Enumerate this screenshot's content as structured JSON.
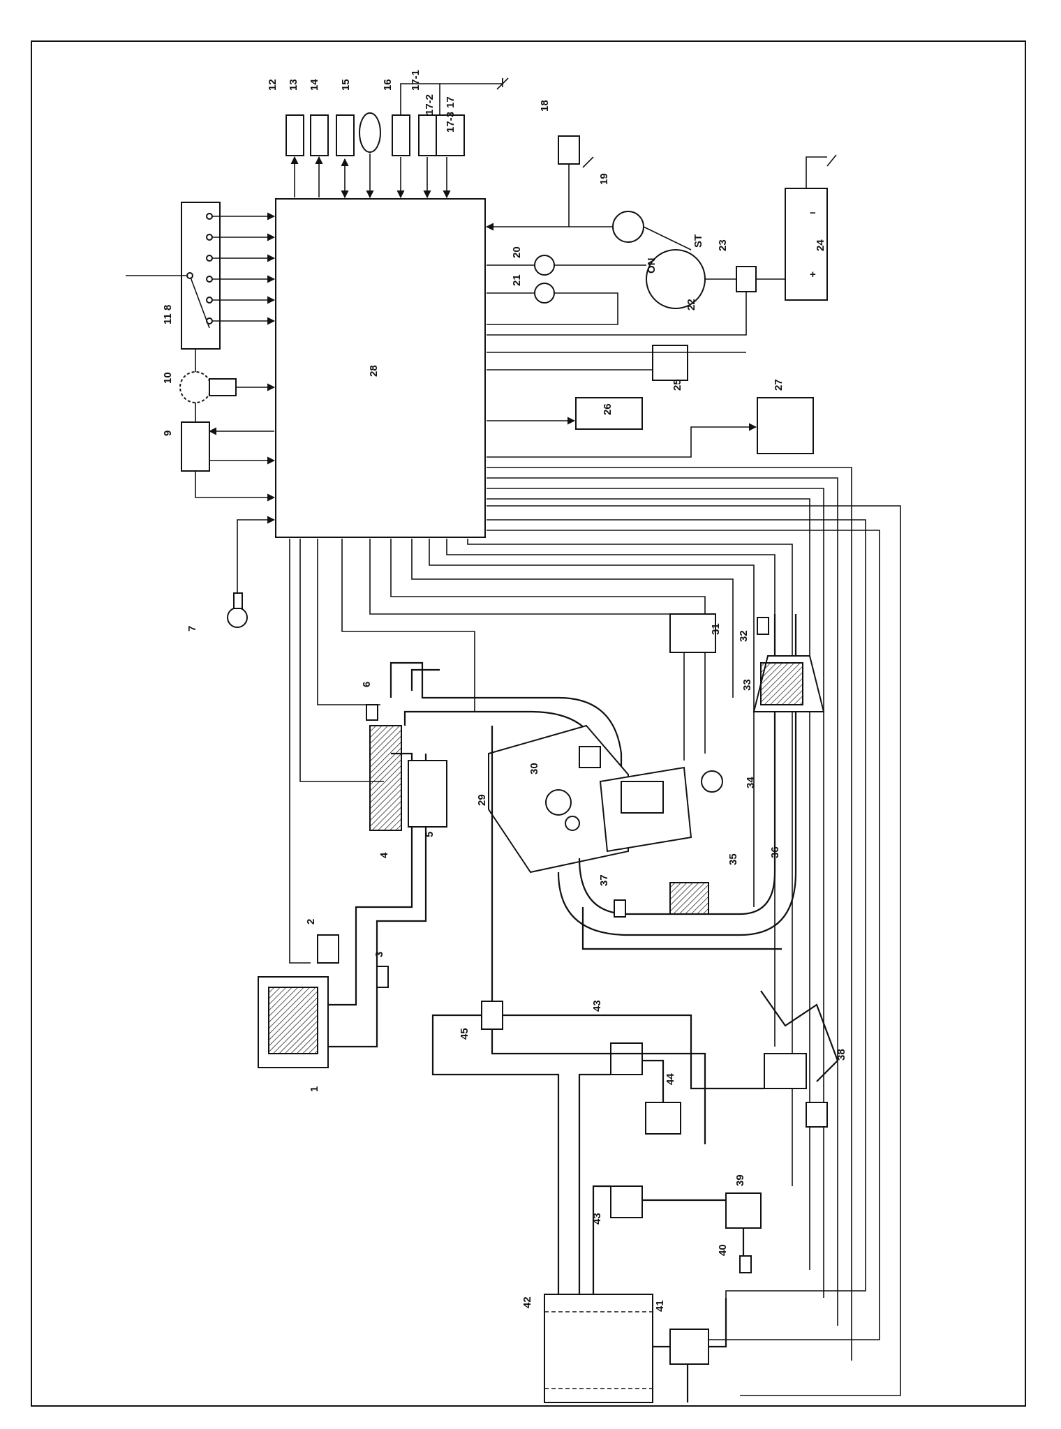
{
  "diagram": {
    "ecu_label": "28",
    "switch_labels": {
      "on": "ON",
      "st": "ST"
    },
    "battery_signs": {
      "plus": "+",
      "minus": "−"
    },
    "part_labels": [
      "1",
      "2",
      "3",
      "4",
      "5",
      "6",
      "7",
      "8",
      "9",
      "10",
      "11",
      "12",
      "13",
      "14",
      "15",
      "16",
      "17",
      "17-1",
      "17-2",
      "17-3",
      "18",
      "19",
      "20",
      "21",
      "22",
      "23",
      "24",
      "25",
      "26",
      "27",
      "29",
      "30",
      "31",
      "32",
      "33",
      "34",
      "35",
      "36",
      "37",
      "38",
      "39",
      "40",
      "41",
      "42",
      "43",
      "43",
      "44",
      "45"
    ]
  }
}
